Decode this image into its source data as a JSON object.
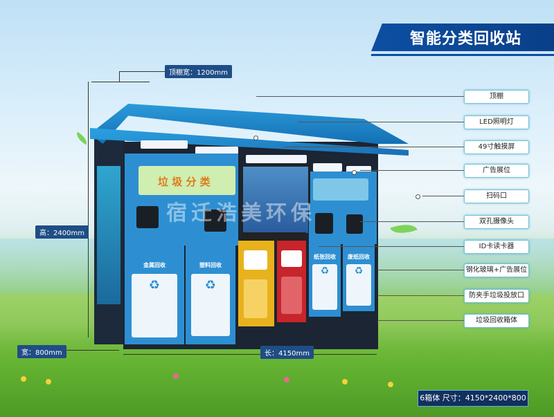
{
  "header": {
    "title": "智能分类回收站"
  },
  "dimensions": {
    "roof_width": "顶棚宽：1200mm",
    "height": "高：2400mm",
    "depth": "宽：800mm",
    "length": "长：4150mm"
  },
  "callouts": [
    "顶棚",
    "LED照明灯",
    "49寸触摸屏",
    "广告展位",
    "扫码口",
    "双孔摄像头",
    "ID卡读卡器",
    "钢化玻璃+广告展位",
    "防夹手垃圾投放口",
    "垃圾回收箱体"
  ],
  "machine": {
    "screen_banner": "垃 圾 分 类",
    "doors": [
      {
        "label": "金属回收",
        "color": "#2d8fd2"
      },
      {
        "label": "塑料回收",
        "color": "#2d8fd2"
      },
      {
        "label": "",
        "color": "#e8b21d"
      },
      {
        "label": "",
        "color": "#c8242b"
      },
      {
        "label": "纸张回收",
        "color": "#2d8fd2"
      },
      {
        "label": "废纸回收",
        "color": "#2d8fd2"
      }
    ]
  },
  "watermark": "宿迁浩美环保",
  "footer": {
    "spec": "6箱体  尺寸：4150*2400*800"
  }
}
